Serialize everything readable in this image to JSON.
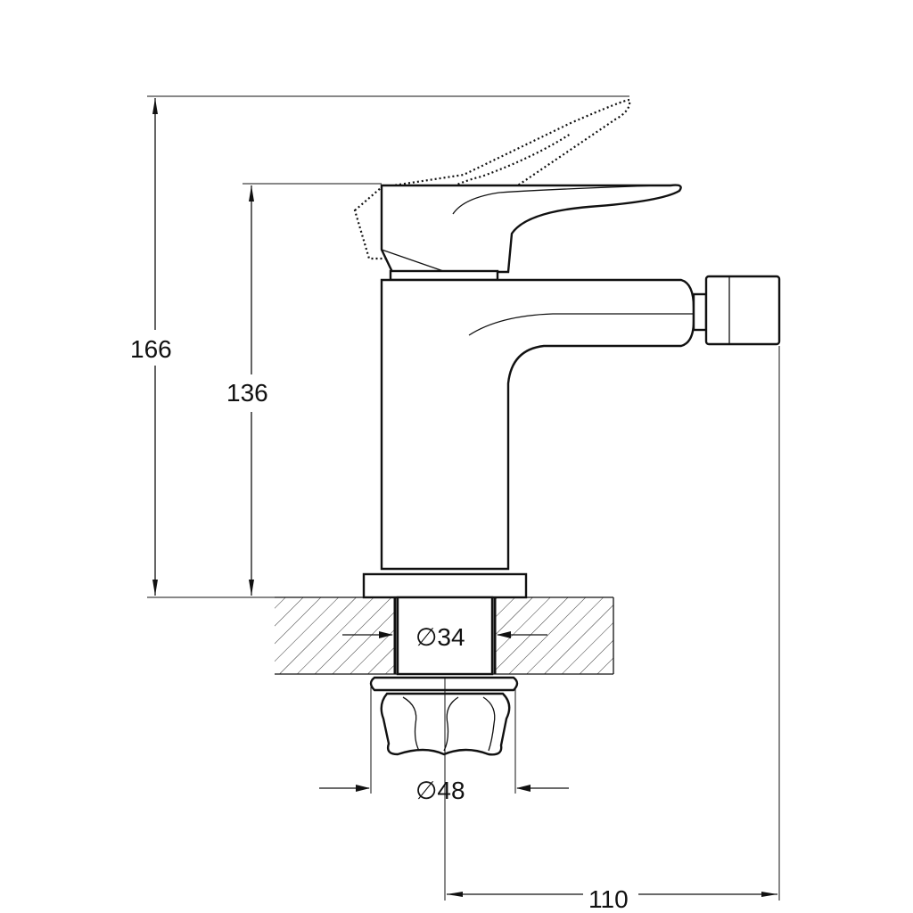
{
  "drawing": {
    "dimensions": {
      "overall_height": "166",
      "body_height": "136",
      "hole_diameter": "∅34",
      "base_diameter": "∅48",
      "reach": "110"
    }
  }
}
